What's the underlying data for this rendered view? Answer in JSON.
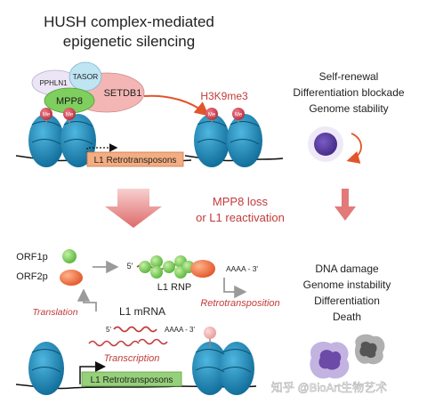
{
  "title_line1": "HUSH complex-mediated",
  "title_line2": "epigenetic silencing",
  "complex": {
    "pphln1": "PPHLN1",
    "tasor": "TASOR",
    "mpp8": "MPP8",
    "setdb1": "SETDB1",
    "me": "Me"
  },
  "mark": "H3K9me3",
  "outcomes_top": [
    "Self-renewal",
    "Differentiation blockade",
    "Genome stability"
  ],
  "trigger_line1": "MPP8 loss",
  "trigger_line2": "or L1 reactivation",
  "orf1p": "ORF1p",
  "orf2p": "ORF2p",
  "rnp": {
    "five_prime": "5'",
    "polyA": "AAAA - 3'",
    "label": "L1 RNP"
  },
  "translation": "Translation",
  "retrotransposition": "Retrotransposition",
  "mrna": {
    "label": "L1 mRNA",
    "five_prime": "5'",
    "polyA": "AAAA - 3'"
  },
  "transcription": "Transcription",
  "l1_box_top": "L1 Retrotransposons",
  "l1_box_bottom": "L1 Retrotransposons",
  "outcomes_bottom": [
    "DNA damage",
    "Genome instability",
    "Differentiation",
    "Death"
  ],
  "watermark": "知乎 @BioArt生物艺术",
  "colors": {
    "nucleosome": "#1b86b6",
    "nucleosome_dark": "#0f5f86",
    "mpp8": "#7fcf5e",
    "setdb1": "#f4b6b4",
    "tasor": "#bfe4f2",
    "pphln1": "#ece5f6",
    "me": "#d9495a",
    "l1_top": "#f3ad82",
    "l1_bottom": "#96d07a",
    "red_text": "#c23b3b",
    "grey_arrow": "#9a9a9a",
    "purple_cell": "#5b3f9e"
  }
}
